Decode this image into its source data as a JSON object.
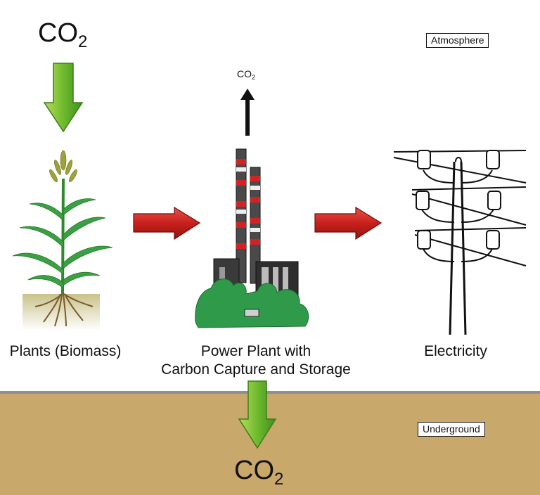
{
  "labels": {
    "atmosphere": "Atmosphere",
    "underground": "Underground"
  },
  "co2": {
    "top_main": "CO",
    "top_sub": "2",
    "plant_main": "CO",
    "plant_sub": "2",
    "bottom_main": "CO",
    "bottom_sub": "2"
  },
  "captions": {
    "plants": "Plants (Biomass)",
    "power_plant_line1": "Power Plant with",
    "power_plant_line2": "Carbon Capture and Storage",
    "electricity": "Electricity"
  },
  "colors": {
    "green_arrow": "#5fae2e",
    "red_arrow": "#c8201c",
    "ground": "#c9a86b",
    "vegetation": "#2e9a4a"
  },
  "icons": [
    "plant-icon",
    "power-plant-icon",
    "utility-pole-icon"
  ]
}
